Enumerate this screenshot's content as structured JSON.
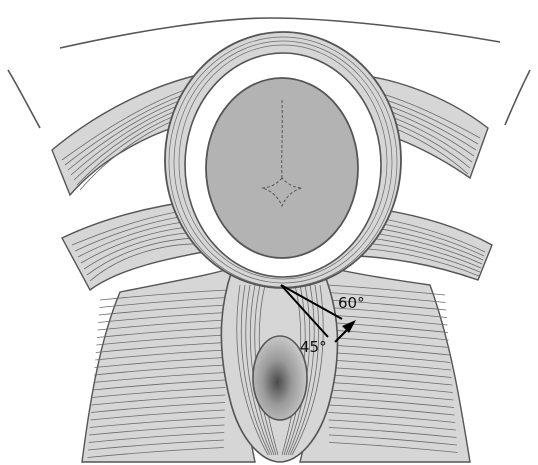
{
  "angles": [
    {
      "id": "angle-60",
      "text": "60°"
    },
    {
      "id": "angle-45",
      "text": "45°"
    }
  ],
  "colors": {
    "outline": "#555555",
    "muscle_fill": "#d6d6d6",
    "fiber": "#6a6a6a",
    "head_fill": "#b3b3b3",
    "ring_fill": "#ffffff",
    "opening_fill": "#c4c4c4",
    "incision": "#000000"
  }
}
